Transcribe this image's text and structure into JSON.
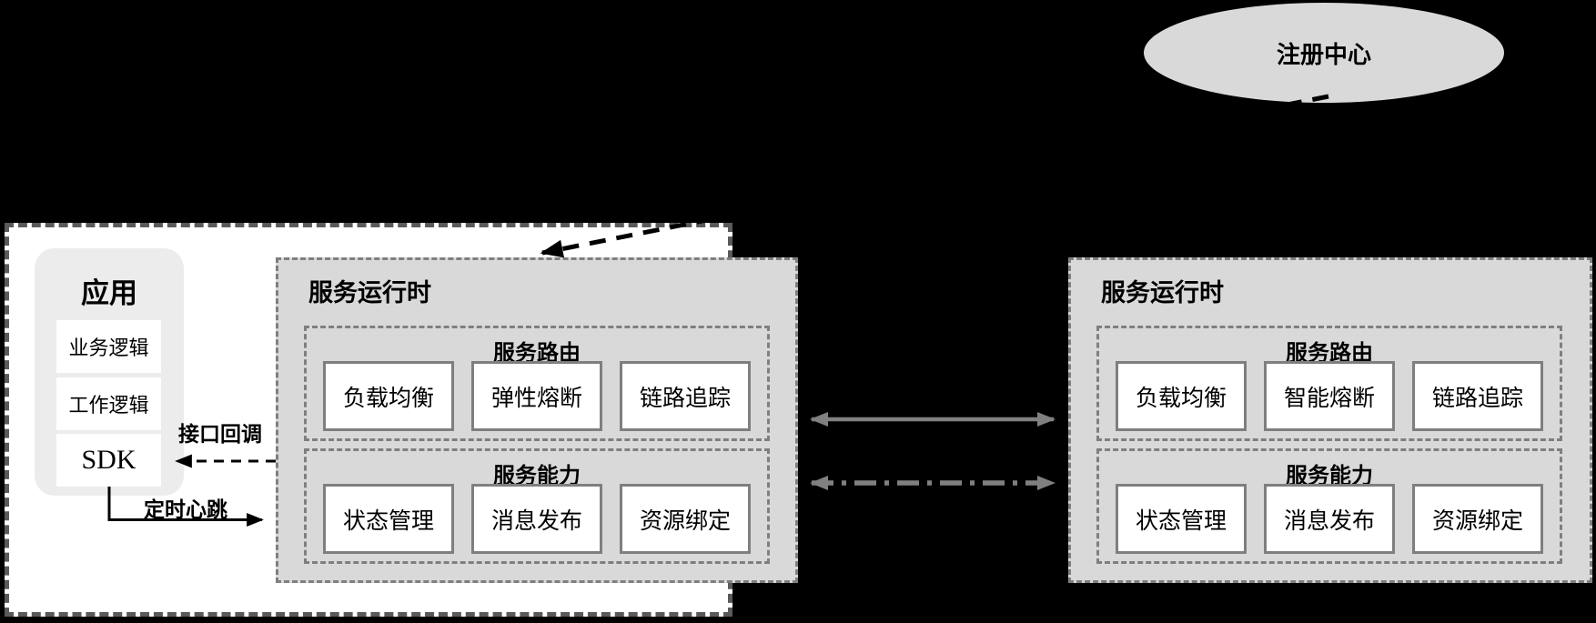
{
  "registry": {
    "label": "注册中心"
  },
  "app": {
    "title": "应用",
    "items": [
      "业务逻辑",
      "工作逻辑",
      "SDK"
    ]
  },
  "runtime_left": {
    "title": "服务运行时",
    "routing": {
      "title": "服务路由",
      "items": [
        "负载均衡",
        "弹性熔断",
        "链路追踪"
      ]
    },
    "capability": {
      "title": "服务能力",
      "items": [
        "状态管理",
        "消息发布",
        "资源绑定"
      ]
    }
  },
  "runtime_right": {
    "title": "服务运行时",
    "routing": {
      "title": "服务路由",
      "items": [
        "负载均衡",
        "智能熔断",
        "链路追踪"
      ]
    },
    "capability": {
      "title": "服务能力",
      "items": [
        "状态管理",
        "消息发布",
        "资源绑定"
      ]
    }
  },
  "annotations": {
    "callback_label": "接口回调",
    "heartbeat_label": "定时心跳"
  },
  "colors": {
    "background": "#000000",
    "host_fill": "#ffffff",
    "host_border": "#5a5a5a",
    "panel_fill": "#d9d9d9",
    "app_fill": "#ececec",
    "module_border": "#7f7f7f",
    "arrow_black": "#000000",
    "arrow_gray": "#808080",
    "text": "#000000"
  }
}
